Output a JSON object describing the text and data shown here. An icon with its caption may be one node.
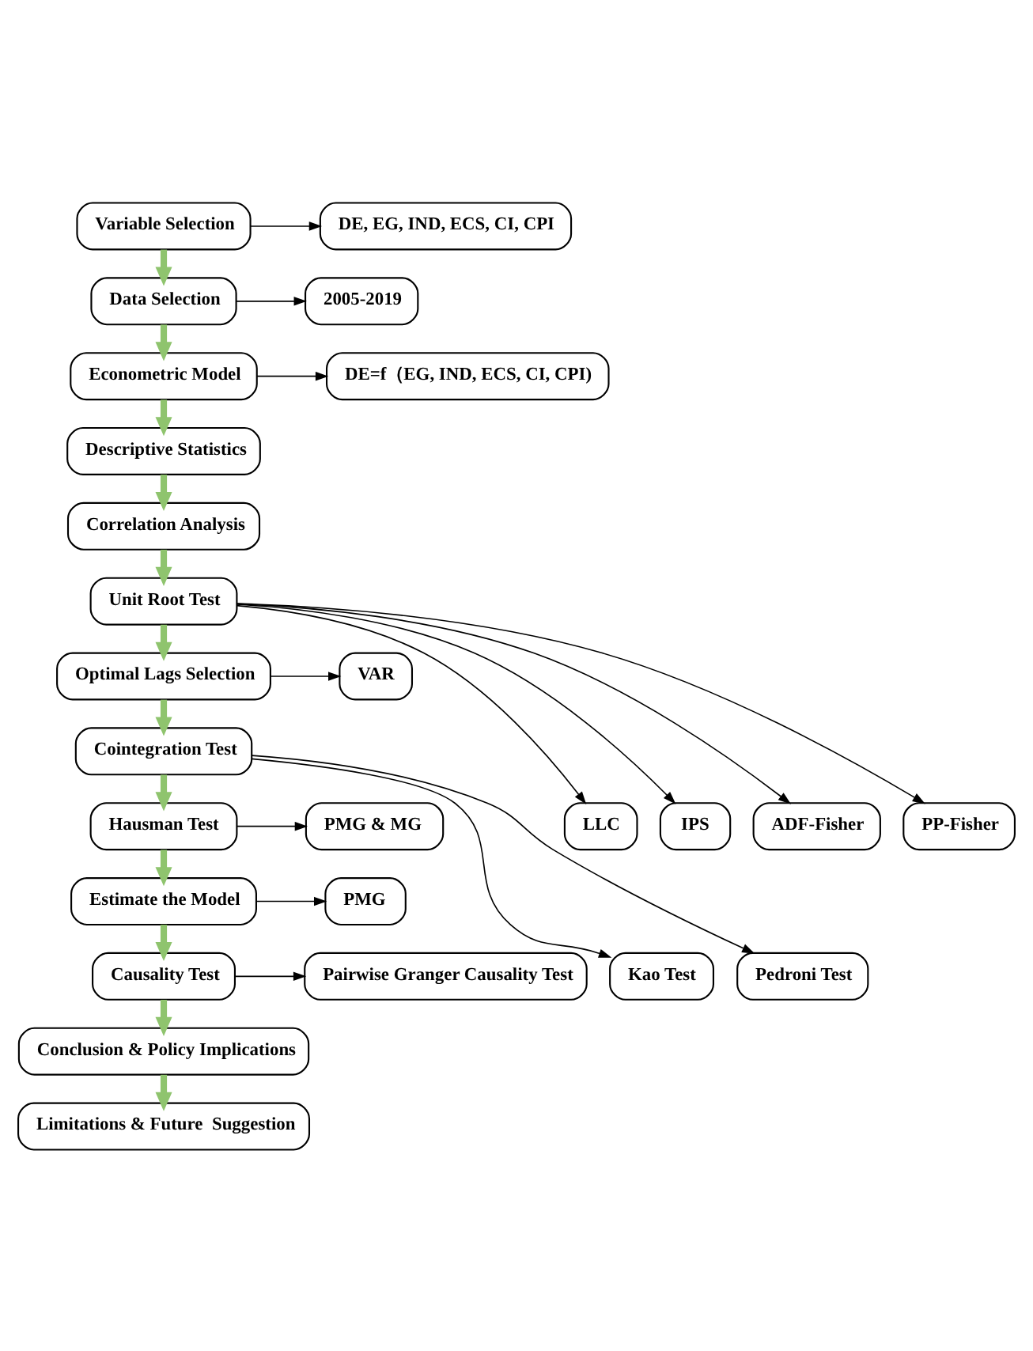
{
  "diagram": {
    "nodes": [
      {
        "text": [
          "Variable Selection"
        ]
      },
      {
        "text": [
          "Data Selection"
        ]
      },
      {
        "text": [
          "Econometric Model"
        ]
      },
      {
        "text": [
          "Descriptive Statistics"
        ]
      },
      {
        "text": [
          "Correlation Analysis"
        ]
      },
      {
        "text": [
          "Unit Root Test"
        ]
      },
      {
        "text": [
          "Optimal Lags Selection"
        ]
      },
      {
        "text": [
          "Cointegration Test"
        ]
      },
      {
        "text": [
          "Hausman Test"
        ]
      },
      {
        "text": [
          "Estimate the Model"
        ]
      },
      {
        "text": [
          "Causality Test"
        ]
      },
      {
        "text": [
          "Conclusion & Policy Implications"
        ]
      },
      {
        "text": [
          "Limitations & Future  Suggestion"
        ]
      },
      {
        "text": [
          "DE, EG, IND, ECS, CI, CPI"
        ]
      },
      {
        "text": [
          "2005-2019"
        ]
      },
      {
        "text": [
          "DE=f（EG, IND, ECS, CI, CPI)"
        ]
      },
      {
        "text": [
          "LLC"
        ]
      },
      {
        "text": [
          "IPS"
        ]
      },
      {
        "text": [
          "ADF-Fisher"
        ]
      },
      {
        "text": [
          "PP-Fisher"
        ]
      },
      {
        "text": [
          "VAR"
        ]
      },
      {
        "text": [
          "Kao Test"
        ]
      },
      {
        "text": [
          "Pedroni Test"
        ]
      },
      {
        "text": [
          "PMG & MG"
        ]
      },
      {
        "text": [
          "PMG"
        ]
      },
      {
        "text": [
          "Pairwise Granger Causality Test"
        ]
      }
    ],
    "edges": [
      {
        "from": 0,
        "to": 1,
        "arrow": "to",
        "style": "thick",
        "color": "#8fc46e"
      },
      {
        "from": 1,
        "to": 2,
        "arrow": "to",
        "style": "thick",
        "color": "#8fc46e"
      },
      {
        "from": 2,
        "to": 3,
        "arrow": "to",
        "style": "thick",
        "color": "#8fc46e"
      },
      {
        "from": 3,
        "to": 4,
        "arrow": "to",
        "style": "thick",
        "color": "#8fc46e"
      },
      {
        "from": 4,
        "to": 5,
        "arrow": "to",
        "style": "thick",
        "color": "#8fc46e"
      },
      {
        "from": 5,
        "to": 6,
        "arrow": "to",
        "style": "thick",
        "color": "#8fc46e"
      },
      {
        "from": 6,
        "to": 7,
        "arrow": "to",
        "style": "thick",
        "color": "#8fc46e"
      },
      {
        "from": 7,
        "to": 8,
        "arrow": "to",
        "style": "thick",
        "color": "#8fc46e"
      },
      {
        "from": 8,
        "to": 9,
        "arrow": "to",
        "style": "thick",
        "color": "#8fc46e"
      },
      {
        "from": 9,
        "to": 10,
        "arrow": "to",
        "style": "thick",
        "color": "#8fc46e"
      },
      {
        "from": 10,
        "to": 11,
        "arrow": "to",
        "style": "thick",
        "color": "#8fc46e"
      },
      {
        "from": 11,
        "to": 12,
        "arrow": "to",
        "style": "thick",
        "color": "#8fc46e"
      },
      {
        "from": 0,
        "to": 13,
        "arrow": "to"
      },
      {
        "from": 1,
        "to": 14,
        "arrow": "to"
      },
      {
        "from": 2,
        "to": 15,
        "arrow": "to"
      },
      {
        "from": 5,
        "to": 16,
        "arrow": "to"
      },
      {
        "from": 5,
        "to": 17,
        "arrow": "to"
      },
      {
        "from": 5,
        "to": 18,
        "arrow": "to"
      },
      {
        "from": 5,
        "to": 19,
        "arrow": "to"
      },
      {
        "from": 6,
        "to": 20,
        "arrow": "to"
      },
      {
        "from": 7,
        "to": 21,
        "arrow": "to"
      },
      {
        "from": 7,
        "to": 22,
        "arrow": "to"
      },
      {
        "from": 8,
        "to": 23,
        "arrow": "to"
      },
      {
        "from": 9,
        "to": 24,
        "arrow": "to"
      },
      {
        "from": 10,
        "to": 25,
        "arrow": "to"
      }
    ]
  }
}
